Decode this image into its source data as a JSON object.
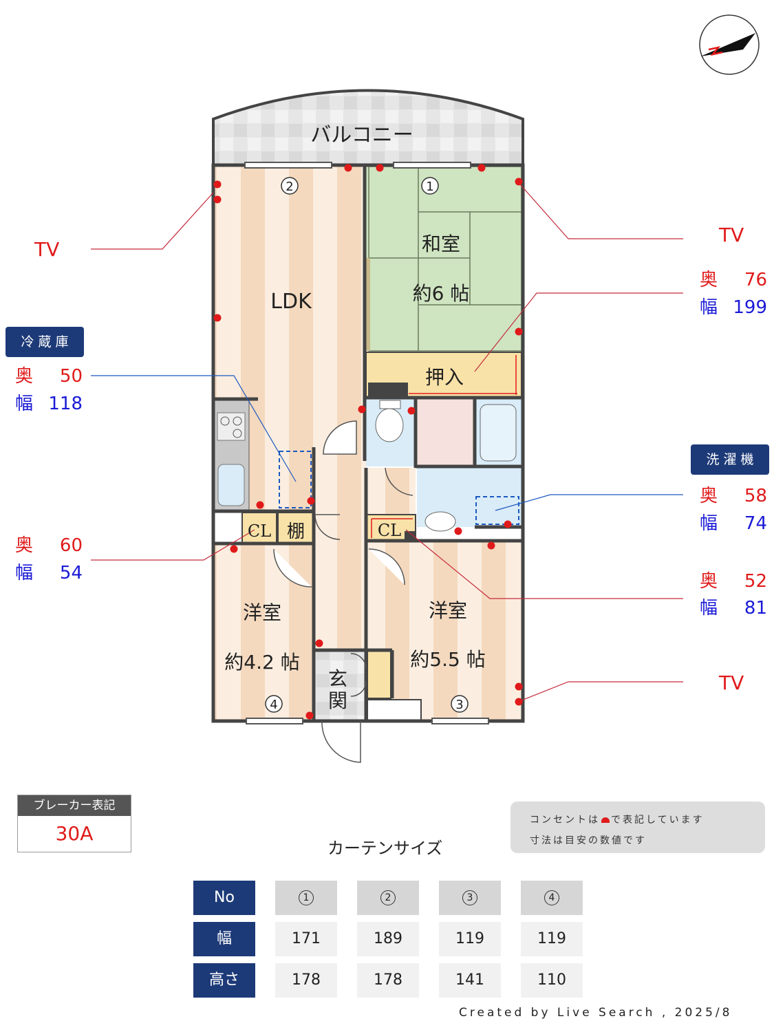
{
  "rooms": {
    "balcony": "バルコニー",
    "ldk": "LDK",
    "washitsu": "和室",
    "washitsu_size": "約6 帖",
    "oshiire": "押入",
    "cl1": "CL",
    "tana": "棚",
    "cl2": "CL",
    "youshitsu1": "洋室",
    "youshitsu1_size": "約4.2 帖",
    "youshitsu2": "洋室",
    "youshitsu2_size": "約5.5 帖",
    "genkan": "玄関"
  },
  "windows": [
    "①",
    "②",
    "③",
    "④"
  ],
  "tv_labels": [
    "TV",
    "TV",
    "TV"
  ],
  "appliances": {
    "fridge": {
      "title": "冷蔵庫",
      "depth_label": "奥",
      "depth": "50",
      "width_label": "幅",
      "width": "118"
    },
    "washer": {
      "title": "洗濯機",
      "depth_label": "奥",
      "depth": "58",
      "width_label": "幅",
      "width": "74"
    }
  },
  "dims": {
    "oshiire": {
      "depth_label": "奥",
      "depth": "76",
      "width_label": "幅",
      "width": "199"
    },
    "cl_left": {
      "depth_label": "奥",
      "depth": "60",
      "width_label": "幅",
      "width": "54"
    },
    "cl_right": {
      "depth_label": "奥",
      "depth": "52",
      "width_label": "幅",
      "width": "81"
    }
  },
  "breaker": {
    "title": "ブレーカー表記",
    "value": "30A"
  },
  "note": {
    "line1_a": "コンセントは",
    "line1_b": "で表記しています",
    "line2": "寸法は目安の数値です"
  },
  "curtain": {
    "title": "カーテンサイズ",
    "header_no": "No",
    "row_width": "幅",
    "row_height": "高さ",
    "nums": [
      "1",
      "2",
      "3",
      "4"
    ],
    "widths": [
      "171",
      "189",
      "119",
      "119"
    ],
    "heights": [
      "178",
      "178",
      "141",
      "110"
    ]
  },
  "credit": "Created by Live Search , 2025/8",
  "colors": {
    "accent": "#1d3a78",
    "outlet": "#e01a1a",
    "dim_red": "#e01a1a",
    "dim_blue": "#1a1ad6"
  }
}
